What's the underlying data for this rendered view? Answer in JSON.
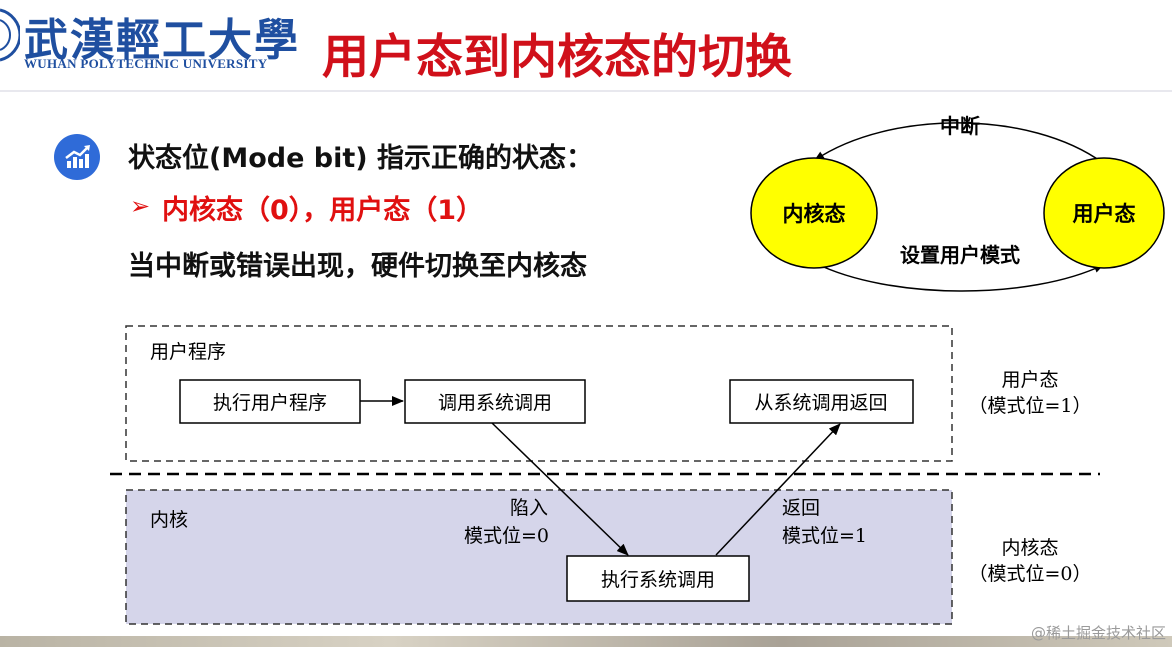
{
  "header": {
    "logo_cn": "武漢輕工大學",
    "logo_en": "WUHAN POLYTECHNIC UNIVERSITY",
    "title": "用户态到内核态的切换"
  },
  "bullets": {
    "icon": "chart-growth-icon",
    "line1": "状态位(Mode bit) 指示正确的状态：",
    "arrow": "➢",
    "line2": "内核态（0），用户态（1）",
    "line3": "当中断或错误出现，硬件切换至内核态"
  },
  "cycle": {
    "kernel": "内核态",
    "user": "用户态",
    "top_label": "中断",
    "bottom_label": "设置用户模式",
    "circle_color": "#ffff00"
  },
  "flow": {
    "user_region": "用户程序",
    "kernel_region": "内核",
    "box_exec_user": "执行用户程序",
    "box_call": "调用系统调用",
    "box_return": "从系统调用返回",
    "box_exec_sys": "执行系统调用",
    "trap": "陷入",
    "trap_mode": "模式位=0",
    "ret": "返回",
    "ret_mode": "模式位=1",
    "user_mode": "用户态",
    "user_mode_bit": "（模式位=1）",
    "kernel_mode": "内核态",
    "kernel_mode_bit": "（模式位=0）",
    "kernel_fill": "#d5d5ea"
  },
  "watermark": "@稀土掘金技术社区"
}
